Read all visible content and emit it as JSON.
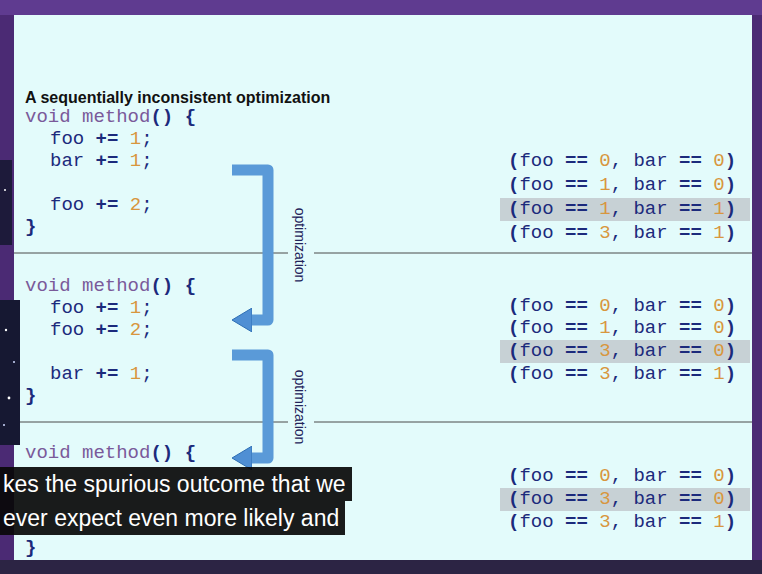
{
  "diagram": {
    "title": "A sequentially inconsistent optimization",
    "nodes": [
      {
        "text": [
          "void method() {",
          "foo += 1;",
          "bar += 1;",
          "foo += 2;",
          "}"
        ]
      },
      {
        "text": [
          "(foo == 1, bar == 1)"
        ]
      },
      {
        "text": [
          "void method() {",
          "foo += 1;",
          "foo += 2;",
          "bar += 1;",
          "}"
        ]
      },
      {
        "text": [
          "(foo == 3, bar == 0)"
        ]
      },
      {
        "text": [
          "void method() {",
          "}"
        ]
      },
      {
        "text": [
          "(foo == 3, bar == 0)"
        ]
      }
    ],
    "edges": [
      {
        "from": 0,
        "to": 2,
        "label": "optimization",
        "arrow": "to"
      },
      {
        "from": 2,
        "to": 4,
        "label": "optimization",
        "arrow": "to"
      }
    ],
    "labels": [
      "(foo == 0, bar == 0)",
      "(foo == 1, bar == 0)",
      "(foo == 3, bar == 1)",
      "(foo == 0, bar == 0)",
      "(foo == 1, bar == 0)",
      "(foo == 3, bar == 1)",
      "(foo == 0, bar == 0)",
      "(foo == 3, bar == 1)",
      "kes the spurious outcome that we",
      "ever expect even more likely and"
    ]
  }
}
